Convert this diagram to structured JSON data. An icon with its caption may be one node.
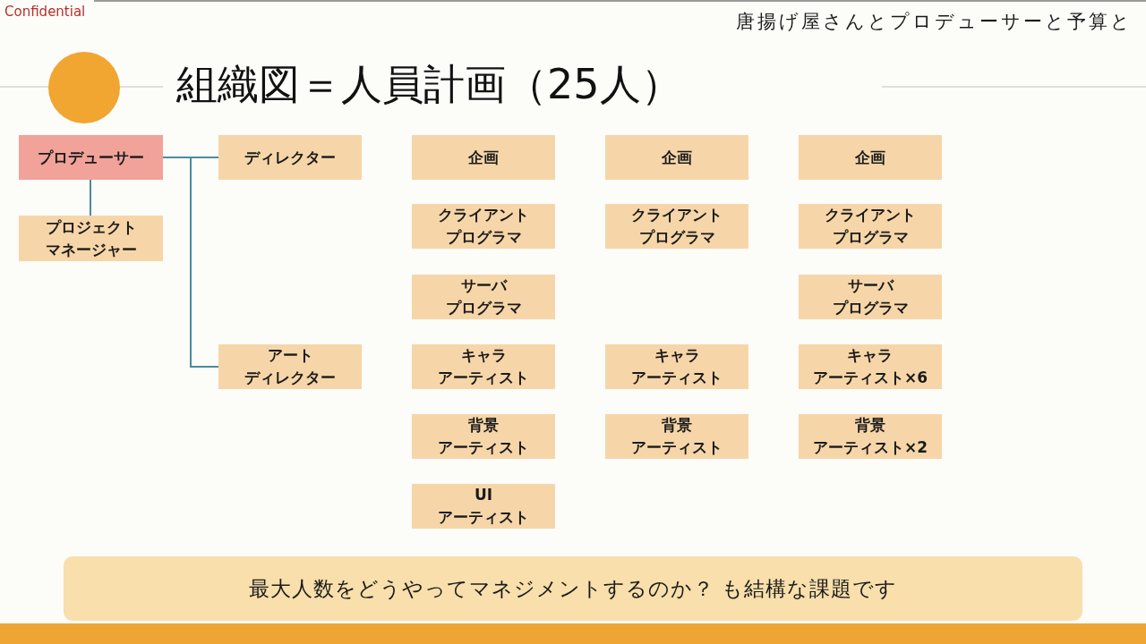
{
  "diagram": {
    "title": "組織図＝人員計画（25人）",
    "nodes": [
      {
        "text": [
          "プロデューサー"
        ]
      },
      {
        "text": [
          "ディレクター"
        ]
      },
      {
        "text": [
          "プロジェクトマネージャー"
        ]
      },
      {
        "text": [
          "アートディレクター"
        ]
      },
      {
        "text": [
          "企画"
        ]
      },
      {
        "text": [
          "クライアントプログラマ"
        ]
      },
      {
        "text": [
          "サーバプログラマ"
        ]
      },
      {
        "text": [
          "キャラアーティスト"
        ]
      },
      {
        "text": [
          "背景アーティスト"
        ]
      },
      {
        "text": [
          "UIアーティスト"
        ]
      },
      {
        "text": [
          "企画"
        ]
      },
      {
        "text": [
          "クライアントプログラマ"
        ]
      },
      {
        "text": [
          "キャラアーティスト"
        ]
      },
      {
        "text": [
          "背景アーティスト"
        ]
      },
      {
        "text": [
          "企画"
        ]
      },
      {
        "text": [
          "クライアントプログラマ"
        ]
      },
      {
        "text": [
          "サーバプログラマ"
        ]
      },
      {
        "text": [
          "キャラアーティスト×6"
        ]
      },
      {
        "text": [
          "背景アーティスト×2"
        ]
      },
      {
        "text": [
          "最大人数をどうやってマネジメントするのか？ も結構な課題です"
        ]
      }
    ],
    "edges": [
      {
        "from": 0,
        "to": 1,
        "arrow": "none"
      },
      {
        "from": 0,
        "to": 3,
        "arrow": "none"
      },
      {
        "from": 0,
        "to": 2,
        "arrow": "none"
      }
    ],
    "labels": [
      "Confidential",
      "唐揚げ屋さんとプロデューサーと予算と"
    ]
  }
}
